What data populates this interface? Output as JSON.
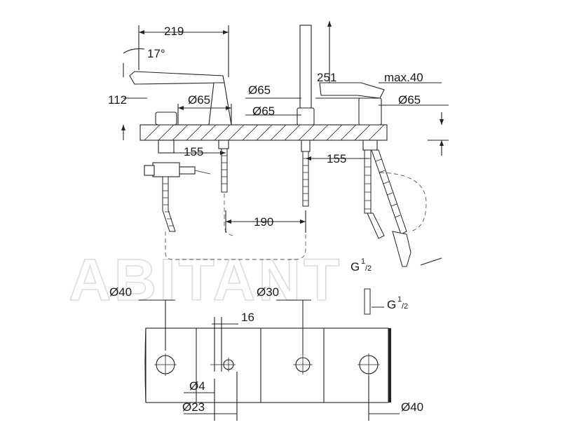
{
  "watermark": "ABITANT",
  "dimensions": {
    "spout_projection": "219",
    "spout_angle": "17°",
    "spout_height": "112",
    "spout_diameter": "Ø65",
    "handle_diameter_1": "Ø65",
    "handle_diameter_2": "Ø65",
    "shower_projection": "251",
    "mixer_height": "max.40",
    "mixer_diameter": "Ø65",
    "spacing_left": "155",
    "spacing_right": "155",
    "spacing_middle": "190",
    "thread_upper": "G",
    "thread_upper_sup": "1",
    "thread_upper_sub": "/2",
    "thread_lower": "G",
    "thread_lower_sup": "1",
    "thread_lower_sub": "/2",
    "hole_left": "Ø40",
    "hole_middle": "Ø30",
    "hole_offset": "16",
    "hole_small": "Ø4",
    "hole_mid_small": "Ø23",
    "hole_right": "Ø40"
  }
}
